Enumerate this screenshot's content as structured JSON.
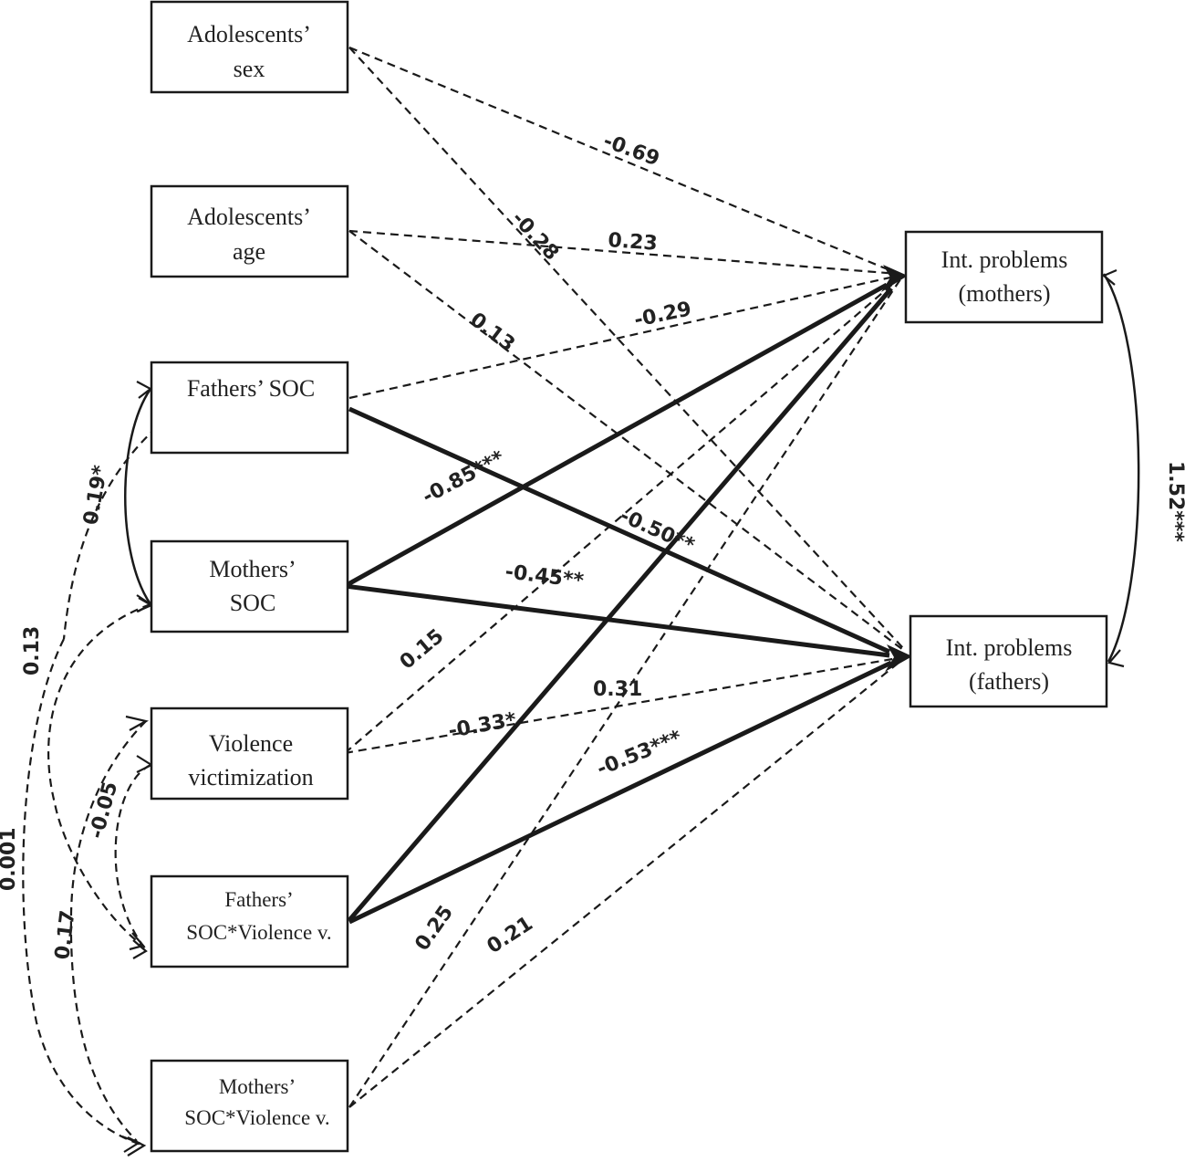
{
  "nodes": {
    "sex": [
      "Adolescents’",
      "sex"
    ],
    "age": [
      "Adolescents’",
      "age"
    ],
    "fathers_soc": [
      "Fathers’ SOC"
    ],
    "mothers_soc": [
      "Mothers’",
      "SOC"
    ],
    "violence": [
      "Violence",
      "victimization"
    ],
    "fathers_int": [
      "Fathers’",
      "SOC*Violence v."
    ],
    "mothers_int": [
      "Mothers’",
      "SOC*Violence v."
    ],
    "int_mothers": [
      "Int. problems",
      "(mothers)"
    ],
    "int_fathers": [
      "Int. problems",
      "(fathers)"
    ]
  },
  "coefficients": {
    "sex_to_mothers": "-0.69",
    "sex_to_fathers": "-0.28",
    "age_to_mothers": "0.23",
    "age_to_fathers": "0.13",
    "fsoc_to_mothers": "-0.29",
    "fsoc_to_fathers": "-0.50**",
    "msoc_to_mothers": "-0.85***",
    "msoc_to_fathers": "-0.45**",
    "viol_to_mothers": "0.15",
    "viol_to_fathers": "-0.33*",
    "fint_to_mothers": "0.31",
    "fint_to_fathers": "-0.53***",
    "mint_to_mothers": "0.25",
    "mint_to_fathers": "0.21",
    "cov_fsoc_msoc": "0.19*",
    "cov_fsoc_fint": "0.13",
    "cov_msoc_mint": "0.001",
    "cov_viol_fint": "-0.05",
    "cov_viol_mint": "0.17",
    "cov_outcomes": "1.52***"
  }
}
